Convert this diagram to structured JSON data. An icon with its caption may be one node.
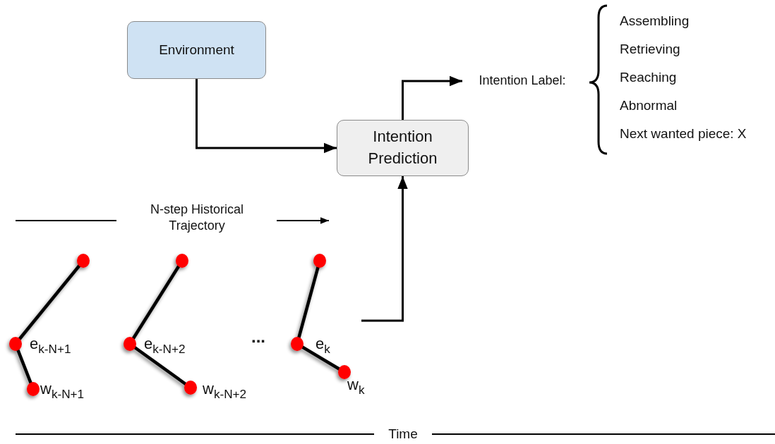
{
  "diagram": {
    "nodes": [
      {
        "text": [
          "Environment"
        ]
      },
      {
        "text": [
          "Intention Prediction"
        ]
      },
      {
        "text": [
          "Intention Label:"
        ]
      }
    ],
    "edges": [
      {
        "from": 0,
        "to": 1,
        "arrow": "to"
      },
      {
        "from": null,
        "to": 1,
        "arrow": "to"
      },
      {
        "from": 1,
        "to": 2,
        "arrow": "to"
      }
    ],
    "labels": [
      "Assembling",
      "Retrieving",
      "Reaching",
      "Abnormal",
      "Next wanted piece: X",
      "N-step Historical Trajectory",
      "e$_{k-N+1}$",
      "w$_{k-N+1}$",
      "e$_{k-N+2}$",
      "w$_{k-N+2}$",
      "...",
      "e$_{k}$",
      "w$_{k}$",
      "Time"
    ]
  }
}
